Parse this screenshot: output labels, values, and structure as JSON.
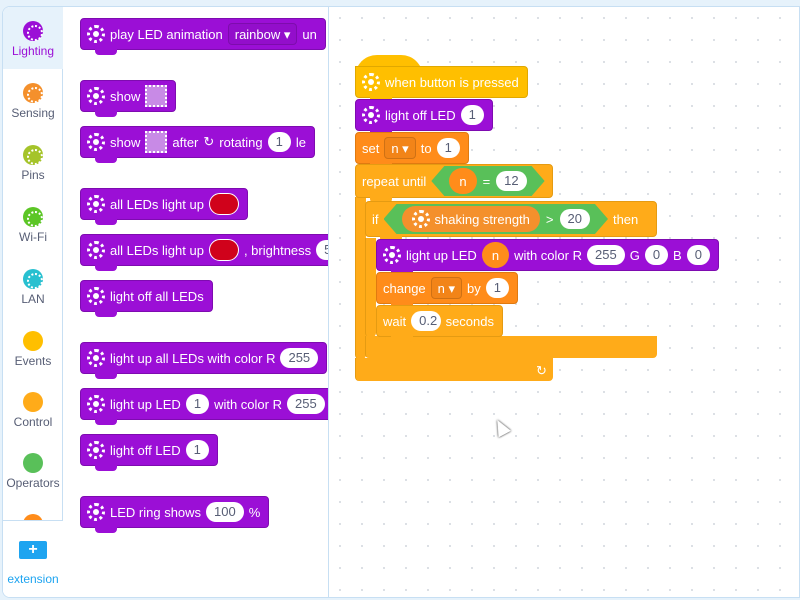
{
  "categories": [
    {
      "label": "Lighting",
      "color": "#9b0fd6",
      "ring": true,
      "selected": true
    },
    {
      "label": "Sensing",
      "color": "#f4902c",
      "ring": true
    },
    {
      "label": "Pins",
      "color": "#a5c42a",
      "ring": true
    },
    {
      "label": "Wi-Fi",
      "color": "#5cc626",
      "ring": true
    },
    {
      "label": "LAN",
      "color": "#28c0d0",
      "ring": true
    },
    {
      "label": "Events",
      "color": "#ffbf00"
    },
    {
      "label": "Control",
      "color": "#ffab19"
    },
    {
      "label": "Operators",
      "color": "#59c059"
    },
    {
      "label": "",
      "color": "#ff8c1a"
    }
  ],
  "extension": {
    "icon": "plus-icon",
    "label": "extension",
    "plus": "+"
  },
  "palette": [
    {
      "color": "purple",
      "parts": [
        {
          "t": "icon"
        },
        {
          "t": "text",
          "v": "play LED animation"
        },
        {
          "t": "dd",
          "v": "rainbow ▾"
        },
        {
          "t": "text",
          "v": "un"
        }
      ]
    },
    {
      "color": "purple",
      "parts": [
        {
          "t": "icon"
        },
        {
          "t": "text",
          "v": "show"
        },
        {
          "t": "led"
        }
      ]
    },
    {
      "color": "purple",
      "parts": [
        {
          "t": "icon"
        },
        {
          "t": "text",
          "v": "show"
        },
        {
          "t": "led"
        },
        {
          "t": "text",
          "v": "after"
        },
        {
          "t": "text",
          "v": "↻"
        },
        {
          "t": "text",
          "v": "rotating"
        },
        {
          "t": "pill",
          "v": "1"
        },
        {
          "t": "text",
          "v": "le"
        }
      ]
    },
    {
      "color": "purple",
      "parts": [
        {
          "t": "icon"
        },
        {
          "t": "text",
          "v": "all LEDs light up"
        },
        {
          "t": "sw"
        }
      ]
    },
    {
      "color": "purple",
      "parts": [
        {
          "t": "icon"
        },
        {
          "t": "text",
          "v": "all LEDs light up"
        },
        {
          "t": "sw"
        },
        {
          "t": "text",
          "v": ", brightness"
        },
        {
          "t": "pill",
          "v": "5"
        }
      ]
    },
    {
      "color": "purple",
      "parts": [
        {
          "t": "icon"
        },
        {
          "t": "text",
          "v": "light off all LEDs"
        }
      ]
    },
    {
      "color": "purple",
      "parts": [
        {
          "t": "icon"
        },
        {
          "t": "text",
          "v": "light up all LEDs with color R"
        },
        {
          "t": "pill",
          "v": "255"
        }
      ]
    },
    {
      "color": "purple",
      "parts": [
        {
          "t": "icon"
        },
        {
          "t": "text",
          "v": "light up LED"
        },
        {
          "t": "pill",
          "v": "1"
        },
        {
          "t": "text",
          "v": "with color R"
        },
        {
          "t": "pill",
          "v": "255"
        }
      ]
    },
    {
      "color": "purple",
      "parts": [
        {
          "t": "icon"
        },
        {
          "t": "text",
          "v": "light off LED"
        },
        {
          "t": "pill",
          "v": "1"
        }
      ]
    },
    {
      "color": "purple",
      "parts": [
        {
          "t": "icon"
        },
        {
          "t": "text",
          "v": "LED ring shows"
        },
        {
          "t": "pill",
          "v": "100"
        },
        {
          "t": "text",
          "v": "%"
        }
      ]
    }
  ],
  "script": [
    {
      "color": "yellow",
      "parts": [
        {
          "t": "icon"
        },
        {
          "t": "text",
          "v": "when button is pressed"
        }
      ]
    },
    {
      "color": "purple",
      "parts": [
        {
          "t": "icon"
        },
        {
          "t": "text",
          "v": "light off LED"
        },
        {
          "t": "pill",
          "v": "1"
        }
      ]
    },
    {
      "color": "orange",
      "parts": [
        {
          "t": "text",
          "v": "set"
        },
        {
          "t": "dd",
          "v": "n ▾"
        },
        {
          "t": "text",
          "v": "to"
        },
        {
          "t": "pill",
          "v": "1"
        }
      ]
    },
    {
      "color": "ctrl",
      "parts": [
        {
          "t": "text",
          "v": "repeat until"
        },
        {
          "t": "bool",
          "parts": [
            {
              "t": "rep",
              "parts": [
                {
                  "t": "text",
                  "v": "n"
                }
              ]
            },
            {
              "t": "text",
              "v": "="
            },
            {
              "t": "pill",
              "v": "12"
            }
          ]
        }
      ]
    },
    {
      "color": "ctrl",
      "parts": [
        {
          "t": "text",
          "v": "if"
        },
        {
          "t": "bool",
          "parts": [
            {
              "t": "rep",
              "sense": true,
              "parts": [
                {
                  "t": "icon"
                },
                {
                  "t": "text",
                  "v": "shaking strength"
                }
              ]
            },
            {
              "t": "text",
              "v": ">"
            },
            {
              "t": "pill",
              "v": "20"
            }
          ]
        },
        {
          "t": "text",
          "v": "then"
        }
      ]
    },
    {
      "color": "purple",
      "parts": [
        {
          "t": "icon"
        },
        {
          "t": "text",
          "v": "light up LED"
        },
        {
          "t": "rep",
          "parts": [
            {
              "t": "text",
              "v": "n"
            }
          ]
        },
        {
          "t": "text",
          "v": "with color R"
        },
        {
          "t": "pill",
          "v": "255"
        },
        {
          "t": "text",
          "v": "G"
        },
        {
          "t": "pill",
          "v": "0"
        },
        {
          "t": "text",
          "v": "B"
        },
        {
          "t": "pill",
          "v": "0"
        }
      ]
    },
    {
      "color": "orange",
      "parts": [
        {
          "t": "text",
          "v": "change"
        },
        {
          "t": "dd",
          "v": "n ▾"
        },
        {
          "t": "text",
          "v": "by"
        },
        {
          "t": "pill",
          "v": "1"
        }
      ]
    },
    {
      "color": "ctrl",
      "parts": [
        {
          "t": "text",
          "v": "wait"
        },
        {
          "t": "pill",
          "v": "0.2"
        },
        {
          "t": "text",
          "v": "seconds"
        }
      ]
    }
  ],
  "repeat_end_icon": "↻"
}
